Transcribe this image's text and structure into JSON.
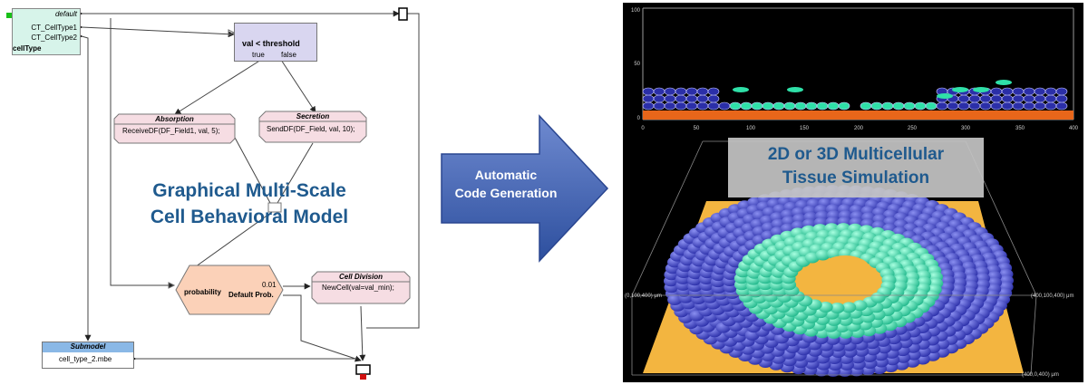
{
  "diagram": {
    "celltype_node": {
      "ports": [
        "default",
        "CT_CellType1",
        "CT_CellType2"
      ],
      "label": "cellType"
    },
    "condition_node": {
      "label": "val < threshold",
      "branches": [
        "true",
        "false"
      ]
    },
    "absorption_node": {
      "title": "Absorption",
      "code": "ReceiveDF(DF_Field1, val, 5);"
    },
    "secretion_node": {
      "title": "Secretion",
      "code": "SendDF(DF_Field, val, 10);"
    },
    "probability_node": {
      "label": "probability",
      "value": "0.01",
      "default_label": "Default Prob."
    },
    "division_node": {
      "title": "Cell Division",
      "code": "NewCell(val=val_min);"
    },
    "submodel_node": {
      "title": "Submodel",
      "file": "cell_type_2.mbe"
    },
    "model_caption": [
      "Graphical Multi-Scale",
      "Cell Behavioral Model"
    ],
    "arrow_caption": [
      "Automatic",
      "Code Generation"
    ]
  },
  "simulation": {
    "caption": [
      "2D or 3D Multicellular",
      "Tissue Simulation"
    ],
    "plot_2d": {
      "y_ticks": [
        "100",
        "50",
        "0"
      ],
      "x_ticks": [
        "0",
        "50",
        "100",
        "150",
        "200",
        "250",
        "300",
        "350",
        "400"
      ]
    },
    "box_labels": [
      "(0,100,400) μm",
      "(400,100,400) μm",
      "(400,0,400) μm"
    ],
    "colors": {
      "background": "#000000",
      "outer_cells": "#3b3fc8",
      "inner_cells": "#2fe0a8",
      "substrate": "#f3b540",
      "caption_box": "#c4c4c4",
      "caption_text": "#1f5a8e"
    }
  }
}
